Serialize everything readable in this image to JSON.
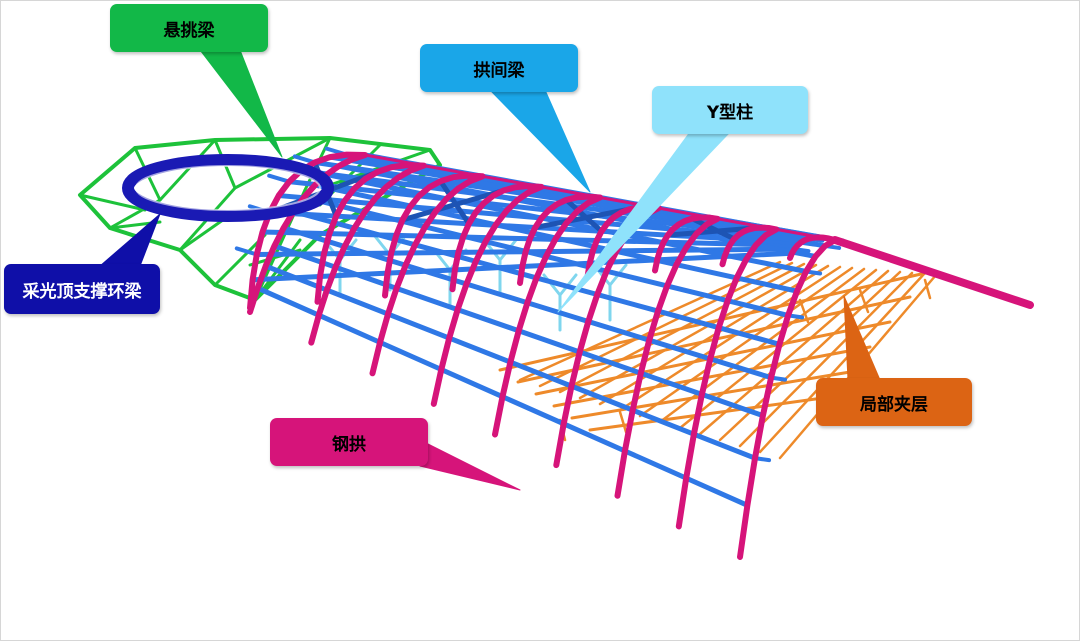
{
  "colors": {
    "cantilever": "#1dc23a",
    "ring": "#1a1ab4",
    "steel_arch": "#d6147a",
    "arch_beam": "#2f78e6",
    "y_column": "#7fd6ee",
    "mezzanine": "#ee8a2a",
    "bracing": "#1d54b4"
  },
  "callouts": {
    "cantilever_beam": {
      "label": "悬挑梁",
      "bg": "#12b848",
      "fg": "#000000"
    },
    "inter_arch_beam": {
      "label": "拱间梁",
      "bg": "#1aa6e8",
      "fg": "#000000"
    },
    "y_column": {
      "label": "Y型柱",
      "bg": "#8fe2fb",
      "fg": "#000000"
    },
    "skylight_ring_beam": {
      "label": "采光顶支撑环梁",
      "bg": "#0f0fa8",
      "fg": "#ffffff"
    },
    "steel_arch": {
      "label": "钢拱",
      "bg": "#d6147a",
      "fg": "#000000"
    },
    "local_mezzanine": {
      "label": "局部夹层",
      "bg": "#dc6414",
      "fg": "#000000"
    }
  }
}
